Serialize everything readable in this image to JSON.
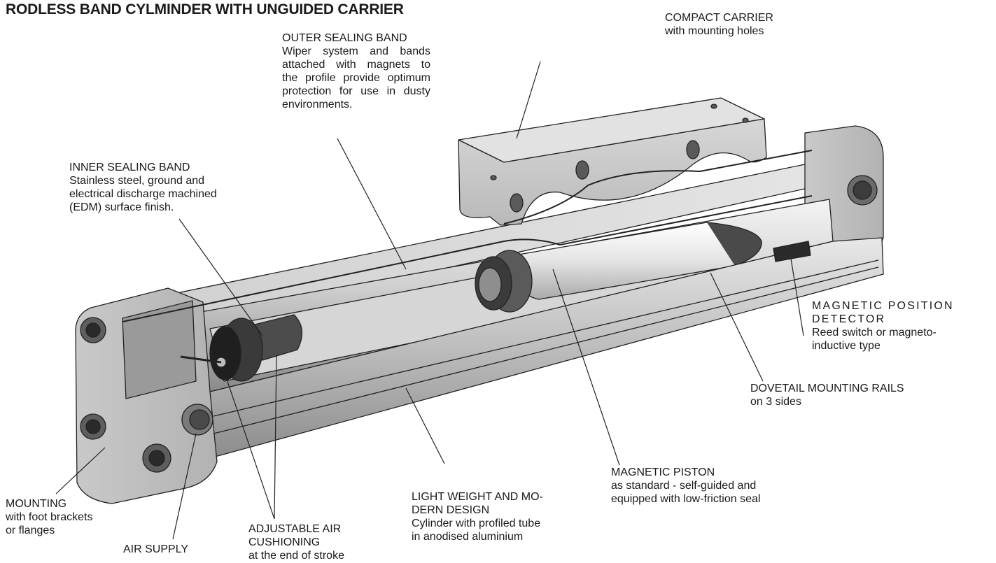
{
  "title": "RODLESS BAND CYLMINDER WITH UNGUIDED CARRIER",
  "colors": {
    "metal_light": "#d9d9d9",
    "metal_mid": "#a8a8a8",
    "metal_dark": "#5e5e5e",
    "line": "#222222"
  },
  "callouts": {
    "outer_band": {
      "heading": "OUTER SEALING BAND",
      "text": "Wiper system and bands\nattached with magnets to\nthe profile provide optimum\nprotection for use in dusty\nenvironments."
    },
    "carrier": {
      "heading": "COMPACT CARRIER",
      "text": "with mounting holes"
    },
    "inner_band": {
      "heading": "INNER SEALING BAND",
      "text": "Stainless steel, ground and\nelectrical discharge machined\n(EDM) surface finish."
    },
    "detector": {
      "heading": "MAGNETIC POSITION\nDETECTOR",
      "text": "Reed switch or magneto-\ninductive type"
    },
    "rails": {
      "heading": "DOVETAIL MOUNTING RAILS",
      "text": "on 3 sides"
    },
    "piston": {
      "heading": "MAGNETIC PISTON",
      "text": "as standard - self-guided and\nequipped with low-friction seal"
    },
    "light_weight": {
      "heading": "LIGHT WEIGHT AND MO-\nDERN DESIGN",
      "text": "Cylinder with profiled tube\nin anodised aluminium"
    },
    "mounting": {
      "heading": "MOUNTING",
      "text": "with foot brackets\nor flanges"
    },
    "air_supply": {
      "heading": "AIR SUPPLY",
      "text": ""
    },
    "cushioning": {
      "heading": "ADJUSTABLE AIR\nCUSHIONING",
      "text": "at the end of stroke"
    }
  }
}
